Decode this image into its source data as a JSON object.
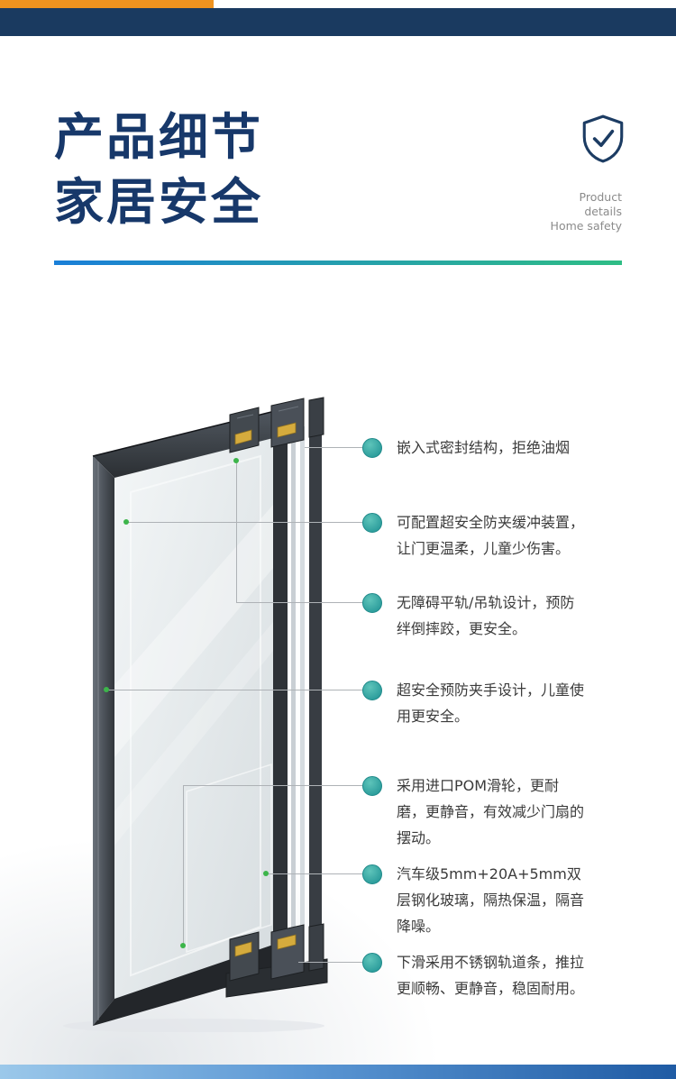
{
  "colors": {
    "accent_navy": "#17386a",
    "top_bar_navy": "#1a3a60",
    "top_bar_orange": "#f0931f",
    "divider_blue": "#1a7fd8",
    "divider_green": "#2ebd85",
    "marker_teal": "#2b9c9b",
    "anchor_dot_green": "#3cb54a",
    "feature_text": "#3b3b3b",
    "subtitle_gray": "#8b8b8b",
    "bottom_bar_light_blue": "#9bc8ea",
    "bottom_bar_dark_blue": "#1f5ba4"
  },
  "header": {
    "title_line1": "产品细节",
    "title_line2": "家居安全",
    "subtitle_lines": [
      "Product",
      "details",
      "Home safety"
    ]
  },
  "icons": {
    "shield": "shield-check-icon",
    "feature_marker": "teal-circle-marker",
    "illustration": "sliding-door-aluminum-profile-render"
  },
  "features": [
    "嵌入式密封结构，拒绝油烟",
    "可配置超安全防夹缓冲装置，让门更温柔，儿童少伤害。",
    "无障碍平轨/吊轨设计，预防绊倒摔跤，更安全。",
    "超安全预防夹手设计，儿童使用更安全。",
    "采用进口POM滑轮，更耐磨，更静音，有效减少门扇的摆动。",
    "汽车级5mm+20A+5mm双层钢化玻璃，隔热保温，隔音降噪。",
    "下滑采用不锈钢轨道条，推拉更顺畅、更静音，稳固耐用。"
  ]
}
